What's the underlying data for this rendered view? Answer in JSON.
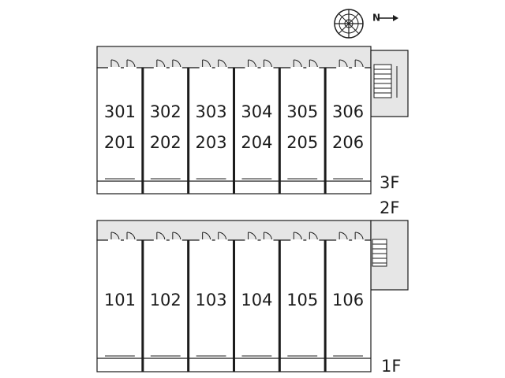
{
  "compass": {
    "label": "N",
    "icon": "compass-rose-icon"
  },
  "upper_block": {
    "floor_labels": [
      "3F",
      "2F"
    ],
    "rows": [
      [
        "301",
        "302",
        "303",
        "304",
        "305",
        "306"
      ],
      [
        "201",
        "202",
        "203",
        "204",
        "205",
        "206"
      ]
    ]
  },
  "lower_block": {
    "floor_labels": [
      "1F"
    ],
    "rows": [
      [
        "101",
        "102",
        "103",
        "104",
        "105",
        "106"
      ]
    ]
  },
  "colors": {
    "line": "#1c1c1c",
    "corridor": "#e6e6e6",
    "background": "#ffffff"
  }
}
